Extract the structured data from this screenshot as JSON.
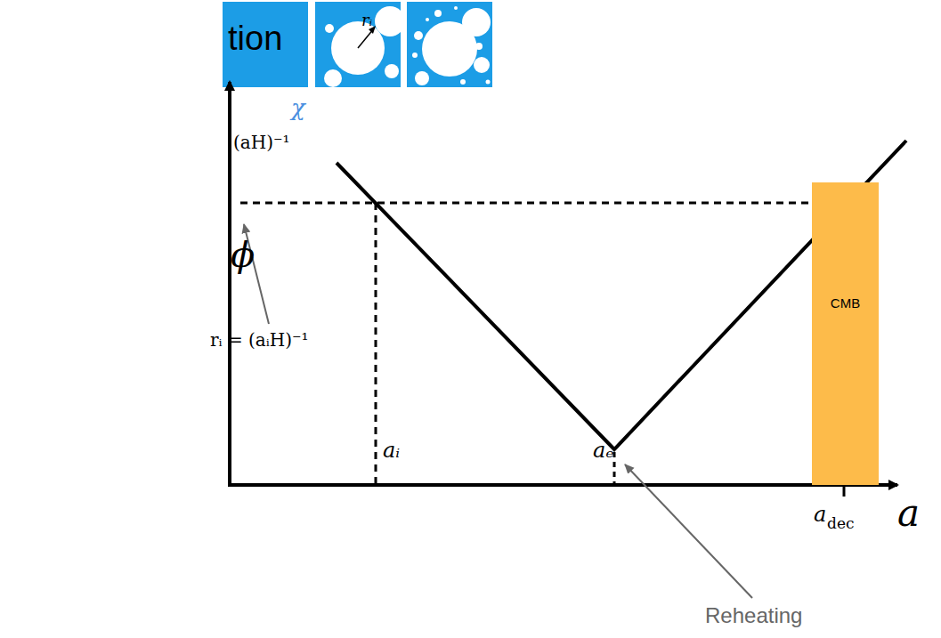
{
  "diagram": {
    "nodes": [
      {
        "text": [
          "rᵢ"
        ]
      },
      {
        "text": [
          "CMB"
        ]
      }
    ],
    "labels": [
      "tion",
      "ϕ",
      "χ",
      "(aH)⁻¹",
      "rᵢ = (aᵢH)⁻¹",
      "aᵢ",
      "aₑ",
      "a",
      "dec",
      "a",
      "Reheating"
    ]
  }
}
